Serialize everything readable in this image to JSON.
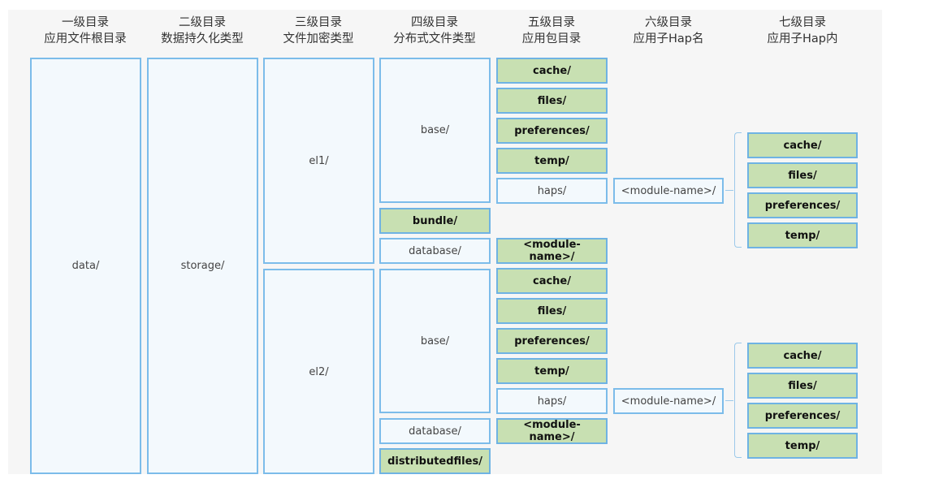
{
  "headers": [
    {
      "level": "一级目录",
      "desc": "应用文件根目录"
    },
    {
      "level": "二级目录",
      "desc": "数据持久化类型"
    },
    {
      "level": "三级目录",
      "desc": "文件加密类型"
    },
    {
      "level": "四级目录",
      "desc": "分布式文件类型"
    },
    {
      "level": "五级目录",
      "desc": "应用包目录"
    },
    {
      "level": "六级目录",
      "desc": "应用子Hap名"
    },
    {
      "level": "七级目录",
      "desc": "应用子Hap内"
    }
  ],
  "level1": "data/",
  "level2": "storage/",
  "level3": [
    "el1/",
    "el2/"
  ],
  "el1": {
    "level4": [
      "base/",
      "bundle/",
      "database/"
    ],
    "level5": [
      "cache/",
      "files/",
      "preferences/",
      "temp/",
      "haps/",
      "<module-name>/"
    ],
    "level6": "<module-name>/",
    "level7": [
      "cache/",
      "files/",
      "preferences/",
      "temp/"
    ]
  },
  "el2": {
    "level4": [
      "base/",
      "database/",
      "distributedfiles/"
    ],
    "level5": [
      "cache/",
      "files/",
      "preferences/",
      "temp/",
      "haps/",
      "<module-name>/"
    ],
    "level6": "<module-name>/",
    "level7": [
      "cache/",
      "files/",
      "preferences/",
      "temp/"
    ]
  },
  "colors": {
    "box_fill": "#f3f9fd",
    "box_border": "#7cbcea",
    "green_fill": "#c8e0b2"
  }
}
